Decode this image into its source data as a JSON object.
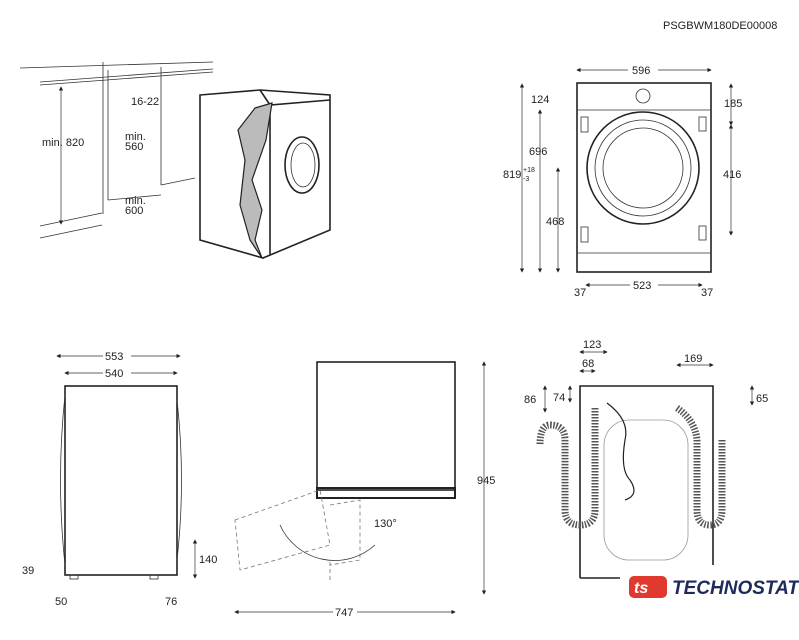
{
  "code": "PSGBWM180DE00008",
  "installation": {
    "height": "min. 820",
    "gap": "16-22",
    "width_min": "min.",
    "width_val": "560",
    "depth_min": "min.",
    "depth_val": "600"
  },
  "front": {
    "width": "596",
    "top": "124",
    "upper": "696",
    "total": "819",
    "tol_plus": "+18",
    "tol_minus": "-3",
    "center": "468",
    "right_top": "185",
    "right_mid": "416",
    "feet_span": "523",
    "left_off": "37",
    "right_off": "37"
  },
  "side": {
    "depth_total": "553",
    "depth_body": "540",
    "foot_h": "39",
    "foot_front": "50",
    "foot_rear": "76",
    "rear_h": "140"
  },
  "door": {
    "height": "945",
    "depth_open": "747",
    "angle": "130°"
  },
  "rear": {
    "d123": "123",
    "d68": "68",
    "d169": "169",
    "d86": "86",
    "d74": "74",
    "d65": "65"
  },
  "logo": {
    "text": "TECHNOSTATUS",
    "mark": "ts",
    "color": "#e03a2f"
  }
}
